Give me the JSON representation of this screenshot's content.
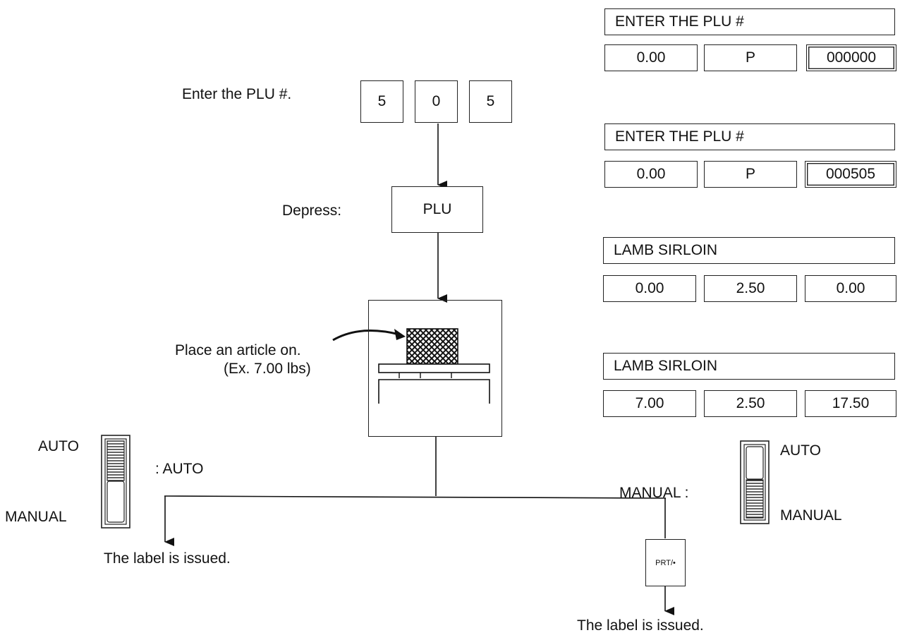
{
  "left_flow": {
    "enter_plu_label": "Enter the PLU #.",
    "digit_keys": [
      "5",
      "0",
      "5"
    ],
    "depress_label": "Depress:",
    "plu_key_label": "PLU",
    "place_article_label": "Place an article on.",
    "example_weight": "(Ex. 7.00 lbs)"
  },
  "auto_switch": {
    "top_label": "AUTO",
    "bottom_label": "MANUAL",
    "mode_text": ": AUTO",
    "result": "The label is issued."
  },
  "manual_switch": {
    "top_label": "AUTO",
    "bottom_label": "MANUAL",
    "mode_text": "MANUAL :",
    "print_key_label": "PRT/•",
    "result": "The label is issued."
  },
  "displays": [
    {
      "title": "ENTER THE PLU #",
      "values": [
        "0.00",
        "P",
        "000000"
      ]
    },
    {
      "title": "ENTER THE PLU #",
      "values": [
        "0.00",
        "P",
        "000505"
      ]
    },
    {
      "title": "LAMB SIRLOIN",
      "values": [
        "0.00",
        "2.50",
        "0.00"
      ]
    },
    {
      "title": "LAMB SIRLOIN",
      "values": [
        "7.00",
        "2.50",
        "17.50"
      ]
    }
  ]
}
